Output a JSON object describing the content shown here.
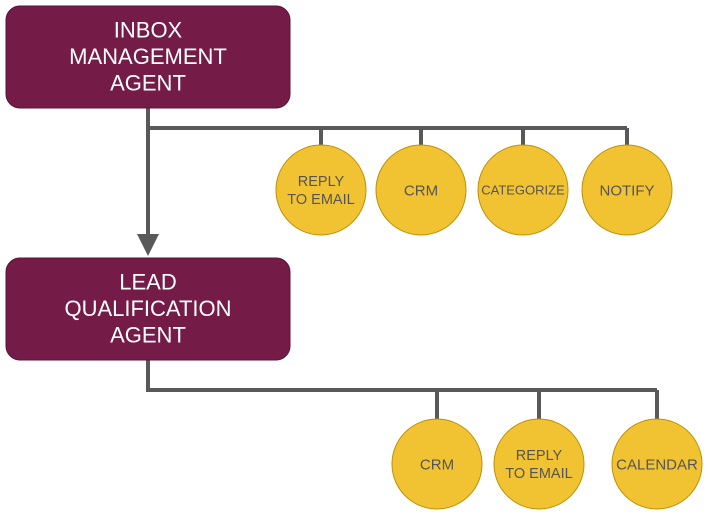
{
  "colors": {
    "agent_fill": "#741b47",
    "agent_stroke": "#5a1438",
    "tool_fill": "#f1c232",
    "tool_stroke": "#bf9000",
    "connector": "#595959",
    "agent_text": "#ffffff",
    "tool_text": "#555555"
  },
  "agents": [
    {
      "id": "inbox-management-agent",
      "label_lines": [
        "INBOX",
        "MANAGEMENT",
        "AGENT"
      ],
      "tools": [
        {
          "id": "reply-to-email",
          "label_lines": [
            "REPLY",
            "TO EMAIL"
          ]
        },
        {
          "id": "crm",
          "label_lines": [
            "CRM"
          ]
        },
        {
          "id": "categorize",
          "label_lines": [
            "CATEGORIZE"
          ]
        },
        {
          "id": "notify",
          "label_lines": [
            "NOTIFY"
          ]
        }
      ]
    },
    {
      "id": "lead-qualification-agent",
      "label_lines": [
        "LEAD",
        "QUALIFICATION",
        "AGENT"
      ],
      "tools": [
        {
          "id": "crm",
          "label_lines": [
            "CRM"
          ]
        },
        {
          "id": "reply-to-email",
          "label_lines": [
            "REPLY",
            "TO EMAIL"
          ]
        },
        {
          "id": "calendar",
          "label_lines": [
            "CALENDAR"
          ]
        }
      ]
    }
  ],
  "handoff": {
    "from": "inbox-management-agent",
    "to": "lead-qualification-agent"
  }
}
